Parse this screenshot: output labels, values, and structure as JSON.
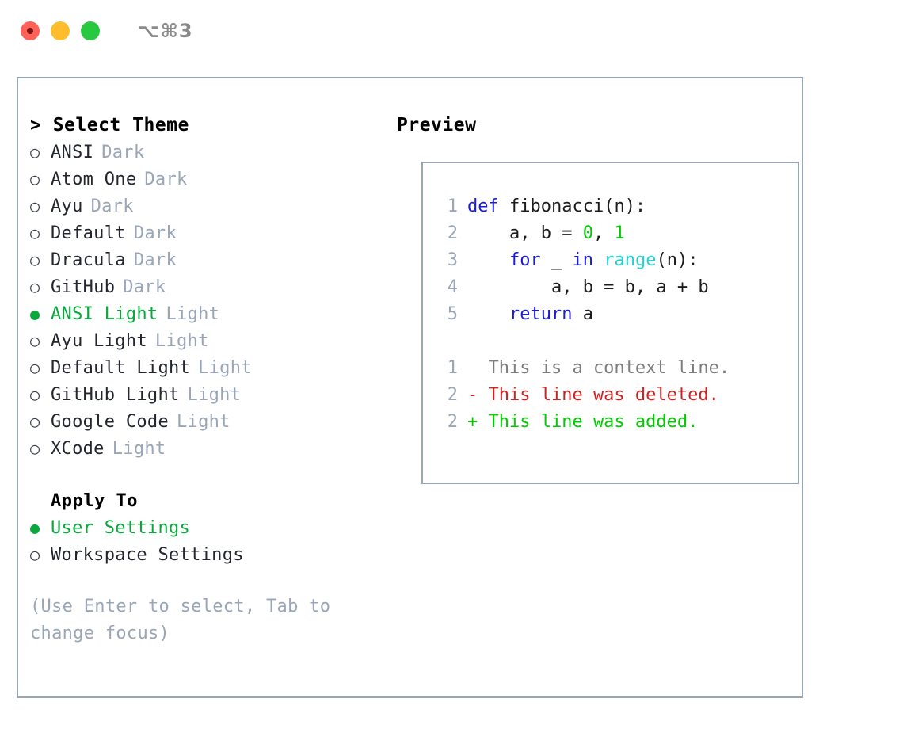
{
  "window": {
    "shortcut": "⌥⌘3",
    "traffic_lights": [
      "close-red",
      "minimize-yellow",
      "maximize-green"
    ],
    "colors": {
      "close": "#ff6058",
      "minimize": "#ffbd2e",
      "maximize": "#28c840",
      "panel_border": "#9aa5b8",
      "accent_green": "#0aa83c",
      "muted": "#9aa5b8",
      "keyword_blue": "#1a1ae0",
      "function_cyan": "#22d3d3",
      "number_green": "#00cc00",
      "diff_delete_red": "#cc2222",
      "diff_add_green": "#00cc00"
    }
  },
  "left": {
    "title": "> Select Theme",
    "themes": [
      {
        "bullet": "○",
        "name": "ANSI",
        "kind": "Dark",
        "selected": false
      },
      {
        "bullet": "○",
        "name": "Atom One",
        "kind": "Dark",
        "selected": false
      },
      {
        "bullet": "○",
        "name": "Ayu",
        "kind": "Dark",
        "selected": false
      },
      {
        "bullet": "○",
        "name": "Default",
        "kind": "Dark",
        "selected": false
      },
      {
        "bullet": "○",
        "name": "Dracula",
        "kind": "Dark",
        "selected": false
      },
      {
        "bullet": "○",
        "name": "GitHub",
        "kind": "Dark",
        "selected": false
      },
      {
        "bullet": "●",
        "name": "ANSI Light",
        "kind": "Light",
        "selected": true
      },
      {
        "bullet": "○",
        "name": "Ayu Light",
        "kind": "Light",
        "selected": false
      },
      {
        "bullet": "○",
        "name": "Default Light",
        "kind": "Light",
        "selected": false
      },
      {
        "bullet": "○",
        "name": "GitHub Light",
        "kind": "Light",
        "selected": false
      },
      {
        "bullet": "○",
        "name": "Google Code",
        "kind": "Light",
        "selected": false
      },
      {
        "bullet": "○",
        "name": "XCode",
        "kind": "Light",
        "selected": false
      }
    ],
    "apply_to": {
      "heading": "Apply To",
      "options": [
        {
          "bullet": "●",
          "name": "User Settings",
          "selected": true
        },
        {
          "bullet": "○",
          "name": "Workspace Settings",
          "selected": false
        }
      ]
    },
    "hint": "(Use Enter to select, Tab to change focus)"
  },
  "right": {
    "title": "Preview",
    "code_lines": [
      {
        "num": "1",
        "tokens": [
          {
            "t": "def",
            "c": "kw"
          },
          {
            "t": " fibonacci(n):",
            "c": "id"
          }
        ]
      },
      {
        "num": "2",
        "tokens": [
          {
            "t": "    a, b = ",
            "c": "id"
          },
          {
            "t": "0",
            "c": "num"
          },
          {
            "t": ", ",
            "c": "id"
          },
          {
            "t": "1",
            "c": "num"
          }
        ]
      },
      {
        "num": "3",
        "tokens": [
          {
            "t": "    ",
            "c": "id"
          },
          {
            "t": "for",
            "c": "kw"
          },
          {
            "t": " _ ",
            "c": "id"
          },
          {
            "t": "in",
            "c": "kw"
          },
          {
            "t": " ",
            "c": "id"
          },
          {
            "t": "range",
            "c": "fn"
          },
          {
            "t": "(n):",
            "c": "id"
          }
        ]
      },
      {
        "num": "4",
        "tokens": [
          {
            "t": "        a, b = b, a + b",
            "c": "id"
          }
        ]
      },
      {
        "num": "5",
        "tokens": [
          {
            "t": "    ",
            "c": "id"
          },
          {
            "t": "return",
            "c": "kw"
          },
          {
            "t": " a",
            "c": "id"
          }
        ]
      }
    ],
    "diff_lines": [
      {
        "num": "1",
        "marker": "  ",
        "text": "This is a context line.",
        "kind": "ctx"
      },
      {
        "num": "2",
        "marker": "- ",
        "text": "This line was deleted.",
        "kind": "del"
      },
      {
        "num": "2",
        "marker": "+ ",
        "text": "This line was added.",
        "kind": "add"
      }
    ]
  }
}
